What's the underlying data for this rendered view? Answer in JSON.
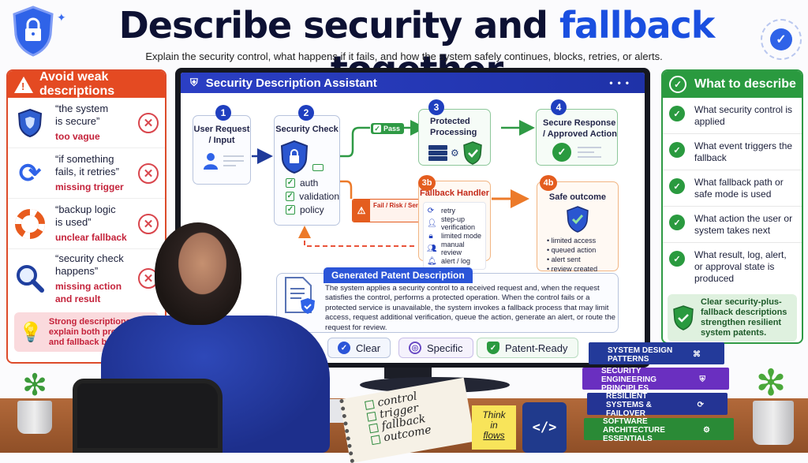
{
  "header": {
    "title_part1": "Describe security and ",
    "title_highlight": "fallback",
    "title_part2": " together",
    "subtitle": "Explain the security control, what happens if it fails, and how the system safely continues, blocks, retries, or alerts.",
    "logo_icon": "shield-lock-icon",
    "badge_icon": "check-badge-icon",
    "accent_color": "#1a4fe0"
  },
  "left_panel": {
    "title": "Avoid weak descriptions",
    "header_color": "#e44a22",
    "items": [
      {
        "icon": "shield-icon",
        "quote_line1": "“the system",
        "quote_line2": "is secure”",
        "problem": "too vague"
      },
      {
        "icon": "refresh-icon",
        "quote_line1": "“if something",
        "quote_line2": "fails, it retries”",
        "problem": "missing trigger"
      },
      {
        "icon": "lifebuoy-icon",
        "quote_line1": "“backup logic",
        "quote_line2": "is used”",
        "problem": "unclear fallback"
      },
      {
        "icon": "magnifier-icon",
        "quote_line1": "“security check",
        "quote_line2": "happens”",
        "problem": "missing action and result"
      }
    ],
    "tip": "Strong descriptions explain both protection and fallback behavior."
  },
  "assistant": {
    "window_title": "Security Description Assistant",
    "menu_dots": "•••",
    "steps": [
      {
        "num": "1",
        "title": "User Request / Input"
      },
      {
        "num": "2",
        "title": "Security Check",
        "checks": [
          "auth",
          "validation",
          "policy"
        ]
      },
      {
        "num": "3",
        "title": "Protected Processing"
      },
      {
        "num": "4",
        "title": "Secure Response / Approved Action"
      }
    ],
    "pass_label": "Pass",
    "fail_label": "Fail / Risk / Service issue",
    "fallback": {
      "num": "3b",
      "title": "Fallback Handler",
      "items": [
        {
          "icon": "retry-icon",
          "label": "retry"
        },
        {
          "icon": "user-icon",
          "label": "step-up verification"
        },
        {
          "icon": "lock-icon",
          "label": "limited mode"
        },
        {
          "icon": "users-icon",
          "label": "manual review"
        },
        {
          "icon": "bell-icon",
          "label": "alert / log"
        }
      ]
    },
    "safe_outcome": {
      "num": "4b",
      "title": "Safe outcome",
      "items": [
        "limited access",
        "queued action",
        "alert sent",
        "review created"
      ]
    },
    "generated": {
      "tab": "Generated Patent Description",
      "text": "The system applies a security control to a received request and, when the request satisfies the control, performs a protected operation. When the control fails or a protected service is unavailable, the system invokes a fallback process that may limit access, request additional verification, queue the action, generate an alert, or route the request for review."
    },
    "chips": [
      {
        "label": "Clear",
        "icon": "check-circle-icon",
        "color": "#2b55d8"
      },
      {
        "label": "Specific",
        "icon": "target-icon",
        "color": "#6a4bc4"
      },
      {
        "label": "Patent-Ready",
        "icon": "shield-check-icon",
        "color": "#2a9a3f"
      }
    ]
  },
  "right_panel": {
    "title": "What to describe",
    "header_color": "#2a9a3f",
    "items": [
      "What security control is applied",
      "What event triggers the fallback",
      "What fallback path or safe mode is used",
      "What action the user or system takes next",
      "What result, log, alert, or approval state is produced"
    ],
    "tip": "Clear security-plus-fallback descriptions strengthen resilient system patents."
  },
  "desk": {
    "notebook": [
      "control",
      "trigger",
      "fallback",
      "outcome"
    ],
    "sticky_note": [
      "Think",
      "in",
      "flows"
    ],
    "mug_label": "</>",
    "books": [
      {
        "title": "SYSTEM DESIGN PATTERNS",
        "color": "#233a9a"
      },
      {
        "title": "SECURITY ENGINEERING PRINCIPLES",
        "color": "#6a2fc0"
      },
      {
        "title": "RESILIENT SYSTEMS & FAILOVER",
        "color": "#243494"
      },
      {
        "title": "SOFTWARE ARCHITECTURE ESSENTIALS",
        "color": "#2a8a36"
      }
    ]
  }
}
